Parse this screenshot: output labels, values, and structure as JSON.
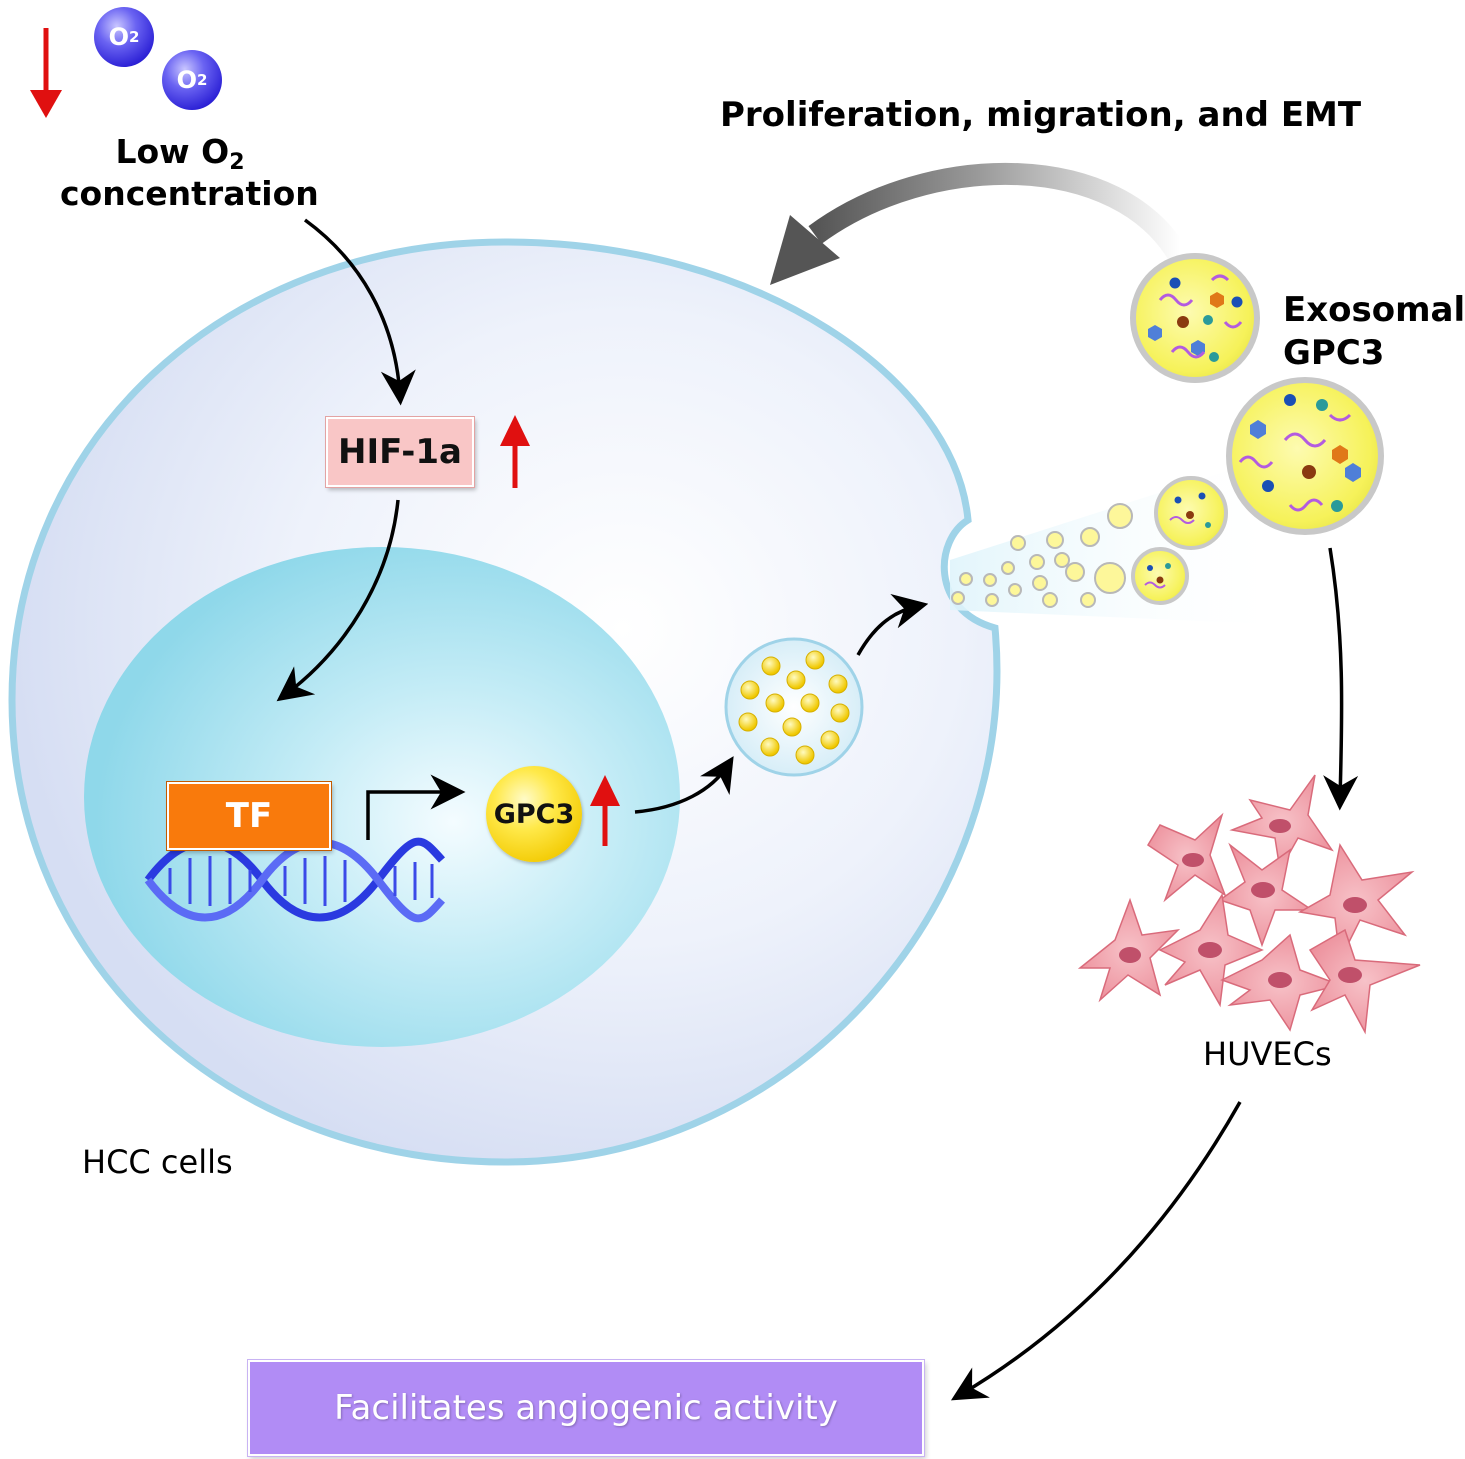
{
  "hypoxia": {
    "o2_molecule": "O",
    "o2_subscript": "2",
    "label_line1": "Low O",
    "label_sub": "2",
    "label_line2": "concentration"
  },
  "labels": {
    "hif": "HIF-1a",
    "tf": "TF",
    "gpc3": "GPC3",
    "feedback": "Proliferation, migration, and EMT",
    "exosomal_line1": "Exosomal",
    "exosomal_line2": "GPC3",
    "huvecs": "HUVECs",
    "hcc_cells": "HCC cells",
    "result": "Facilitates angiogenic activity"
  },
  "colors": {
    "up_arrow": "#e01010",
    "down_arrow": "#e01010",
    "cell_border": "#9fd3e8",
    "nucleus": "#8fd8ea",
    "hif_box": "#f9c6c6",
    "tf_box": "#f97a0c",
    "gpc3": "#f7d81f",
    "result_box": "#b18cf5",
    "dna": "#2a3ae0",
    "huvec": "#f2a3ad"
  }
}
